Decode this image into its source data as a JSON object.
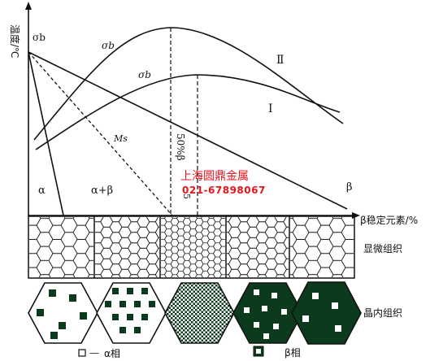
{
  "axes": {
    "y_label": "温度/℃",
    "x_label": "β稳定元素/%"
  },
  "curves": {
    "sigma_upper": "σb",
    "sigma_lower": "σb",
    "sigma_left": "σb",
    "curve_II": "Ⅱ",
    "curve_I": "Ⅰ",
    "ms": "Ms",
    "composition": "50%β",
    "composition_prefix": "5"
  },
  "regions": {
    "alpha": "α",
    "alpha_beta": "α+β",
    "beta": "β"
  },
  "rows": {
    "micro": "显微组织",
    "grain": "晶内组织"
  },
  "legend": {
    "alpha_phase": "α相",
    "alpha_dash": "—",
    "beta_phase": "β相"
  },
  "watermark": {
    "company": "上海圆鼎金属",
    "phone": "021-67898067",
    "color": "#e8141c"
  }
}
